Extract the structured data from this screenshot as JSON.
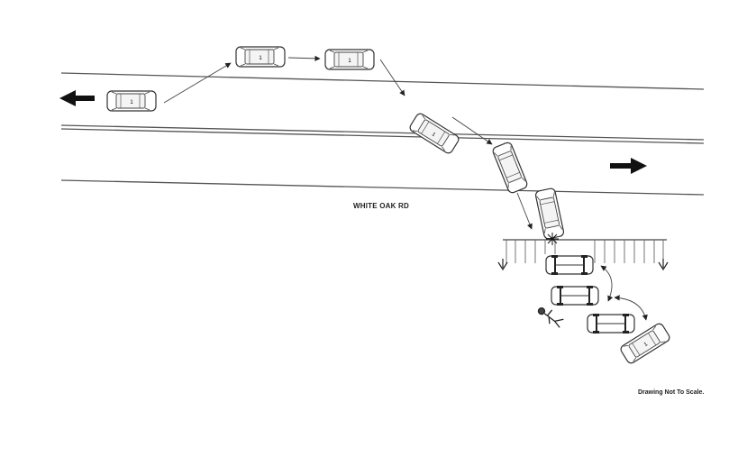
{
  "road": {
    "name": "WHITE OAK RD"
  },
  "note": "Drawing Not To Scale.",
  "vehicle": {
    "number": "1"
  },
  "direction_arrows": [
    "westbound-arrow",
    "eastbound-arrow"
  ]
}
